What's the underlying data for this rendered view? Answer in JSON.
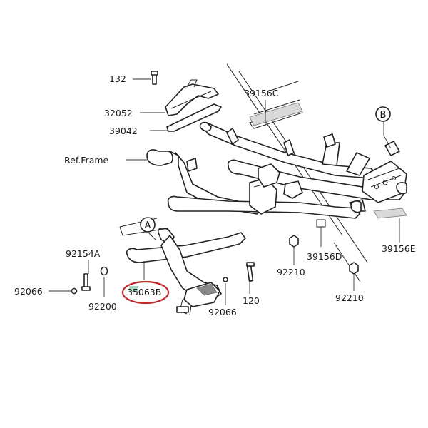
{
  "labels": {
    "p132": "132",
    "p32052": "32052",
    "p39042": "39042",
    "ref_frame": "Ref.Frame",
    "p39156c": "39156C",
    "callout_b": "B",
    "callout_a": "A",
    "p92154a": "92154A",
    "p92066_left": "92066",
    "p92200": "92200",
    "p35063b": "35063B",
    "p92066_bottom": "92066",
    "p120": "120",
    "p92210_left": "92210",
    "p39156d": "39156D",
    "p92210_right": "92210",
    "p39156e": "39156E"
  },
  "highlight": {
    "part": "35063B",
    "color": "#c0282c",
    "shape": "ellipse"
  },
  "colors": {
    "line": "#222222",
    "background": "#ffffff"
  }
}
